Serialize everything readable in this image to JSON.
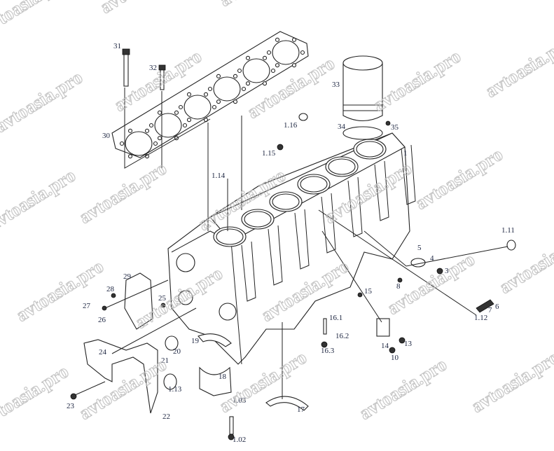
{
  "watermark": "avtoasia.pro",
  "callouts": {
    "c31": "31",
    "c32": "32",
    "c33": "33",
    "c30": "30",
    "c34": "34",
    "c35": "35",
    "c1_16": "1.16",
    "c1_15": "1.15",
    "c1_14": "1.14",
    "c1": "1",
    "c1_11": "1.11",
    "c5": "5",
    "c4": "4",
    "c3": "3",
    "c8": "8",
    "c6": "6",
    "c7": "7",
    "c1_12": "1.12",
    "c29": "29",
    "c28": "28",
    "c27": "27",
    "c26": "26",
    "c25": "25",
    "c15": "15",
    "c16_1": "16.1",
    "c16_2": "16.2",
    "c16_3": "16.3",
    "c14": "14",
    "c13": "13",
    "c10": "10",
    "c24": "24",
    "c20": "20",
    "c19": "19",
    "c21": "21",
    "c1_13": "1.13",
    "c18": "18",
    "c1_03": "1.03",
    "c23": "23",
    "c22": "22",
    "c17": "17",
    "c1_02": "1.02"
  }
}
